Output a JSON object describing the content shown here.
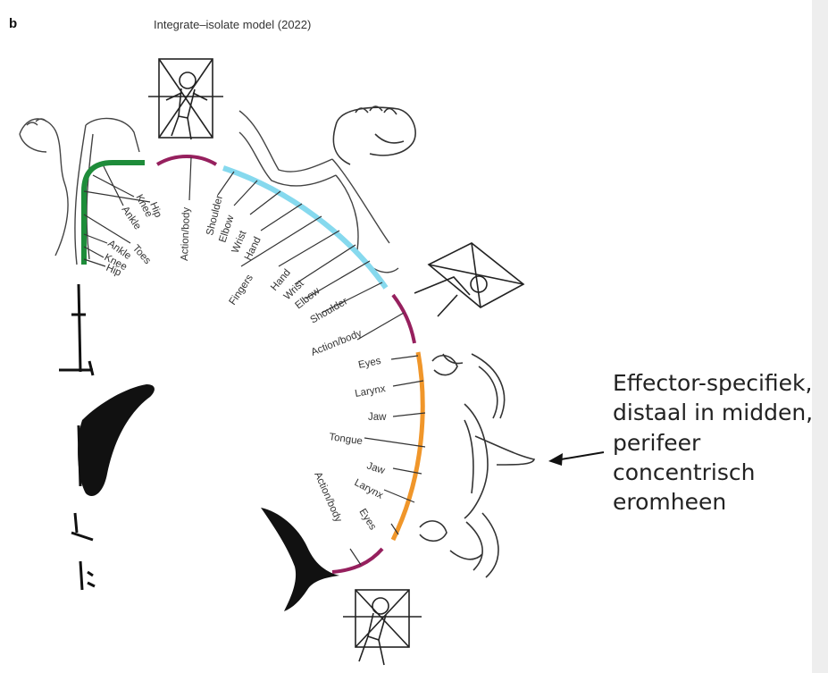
{
  "panel_letter": "b",
  "title": "Integrate–isolate model (2022)",
  "annotation": {
    "lines": [
      "Effector-specifiek,",
      "distaal in midden,",
      "perifeer",
      "concentrisch",
      "eromheen"
    ]
  },
  "colors": {
    "leg": "#1e8c3a",
    "arm": "#86d9ee",
    "face": "#f0962a",
    "action": "#96205e",
    "ink": "#111111"
  },
  "leg_labels": [
    "Hip",
    "Knee",
    "Ankle",
    "Toes",
    "Ankle",
    "Knee",
    "Hip"
  ],
  "action_label_1": "Action/body",
  "arm_labels": [
    "Shoulder",
    "Elbow",
    "Wrist",
    "Hand",
    "Fingers",
    "Hand",
    "Wrist",
    "Elbow",
    "Shoulder"
  ],
  "action_label_2": "Action/body",
  "face_labels": [
    "Eyes",
    "Larynx",
    "Jaw",
    "Tongue",
    "Jaw",
    "Larynx",
    "Eyes"
  ],
  "action_label_3": "Action/body",
  "icons": [
    "marionette-icon",
    "foot-icon",
    "arm-icon",
    "hand-icon",
    "marionette-icon",
    "face-icon",
    "marionette-icon",
    "brain-slice-icon"
  ]
}
